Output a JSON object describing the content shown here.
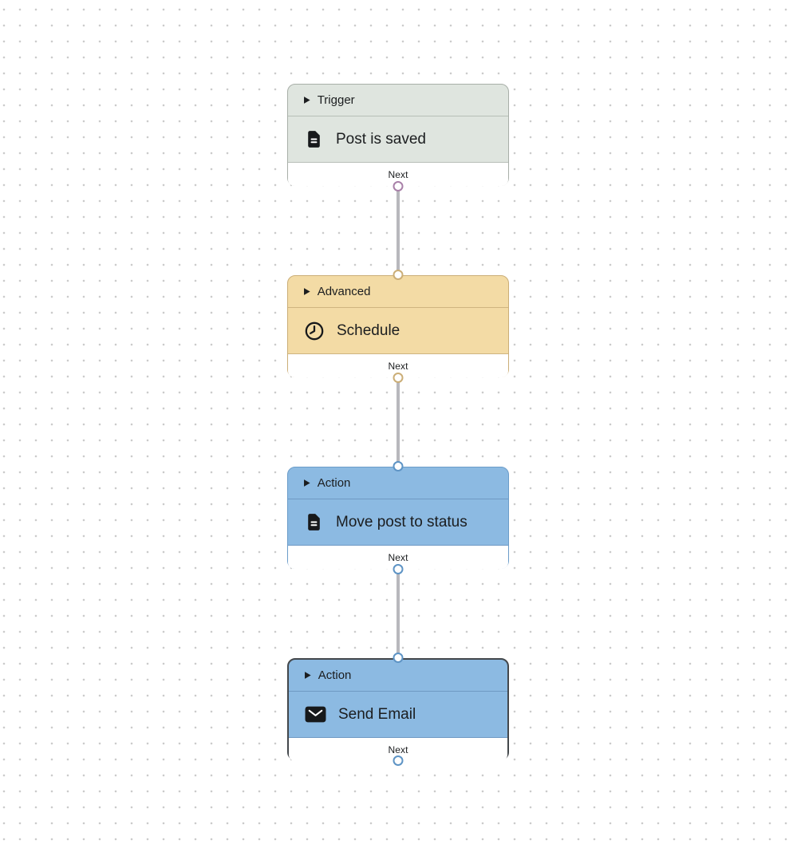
{
  "canvas": {
    "background": "#ffffff",
    "dot_color": "#cbcbcb"
  },
  "edges": {
    "color": "#b8b8bd",
    "count": 3
  },
  "ui": {
    "collapse_glyph": "▶"
  },
  "nodes": [
    {
      "category": "Trigger",
      "title": "Post is saved",
      "icon": "document-icon",
      "footer_label": "Next",
      "selected": false,
      "colors": {
        "fill": "#dfe5df",
        "border": "#a8afa8",
        "divider": "#b7beb7",
        "port": "#a981a9"
      }
    },
    {
      "category": "Advanced",
      "title": "Schedule",
      "icon": "clock-icon",
      "footer_label": "Next",
      "selected": false,
      "colors": {
        "fill": "#f3dba5",
        "border": "#cbae77",
        "divider": "#cfb480",
        "port": "#cbae77"
      }
    },
    {
      "category": "Action",
      "title": "Move post to status",
      "icon": "document-icon",
      "footer_label": "Next",
      "selected": false,
      "colors": {
        "fill": "#8cbae2",
        "border": "#6b9cc9",
        "divider": "#6f9ac4",
        "port": "#5e94c5"
      }
    },
    {
      "category": "Action",
      "title": "Send Email",
      "icon": "mail-icon",
      "footer_label": "Next",
      "selected": true,
      "colors": {
        "fill": "#8cbae2",
        "border": "#6b9cc9",
        "selected_border": "#43474b",
        "divider": "#6f9ac4",
        "port": "#5e94c5"
      }
    }
  ]
}
